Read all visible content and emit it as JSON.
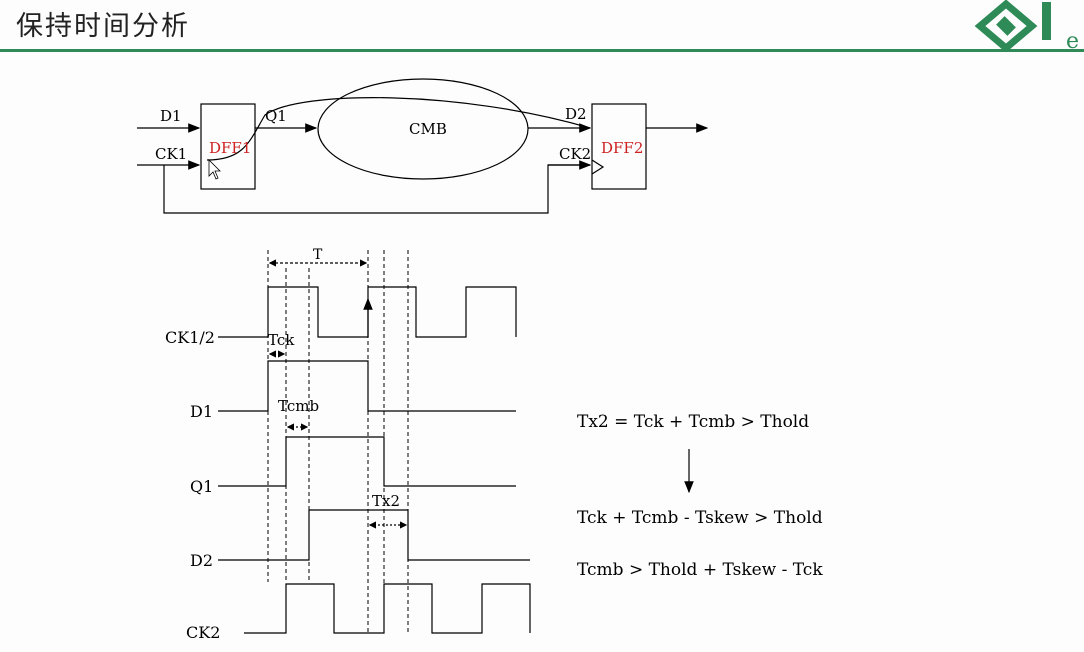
{
  "title": "保持时间分析",
  "logo": {
    "letter": "e",
    "icon": "company-logo-icon"
  },
  "colors": {
    "accent": "#2e8b57",
    "dff_label": "#cc2222",
    "line": "#000000"
  },
  "circuit": {
    "d1": "D1",
    "ck1": "CK1",
    "q1": "Q1",
    "dff1": "DFF1",
    "cmb": "CMB",
    "d2": "D2",
    "ck2": "CK2",
    "dff2": "DFF2"
  },
  "timing": {
    "signals": [
      "CK1/2",
      "D1",
      "Q1",
      "D2",
      "CK2"
    ],
    "annotations": {
      "T": "T",
      "tck": "Tck",
      "tcmb": "Tcmb",
      "tx2": "Tx2"
    }
  },
  "equations": [
    "Tx2 = Tck + Tcmb > Thold",
    "Tck + Tcmb - Tskew > Thold",
    "Tcmb > Thold + Tskew - Tck"
  ]
}
